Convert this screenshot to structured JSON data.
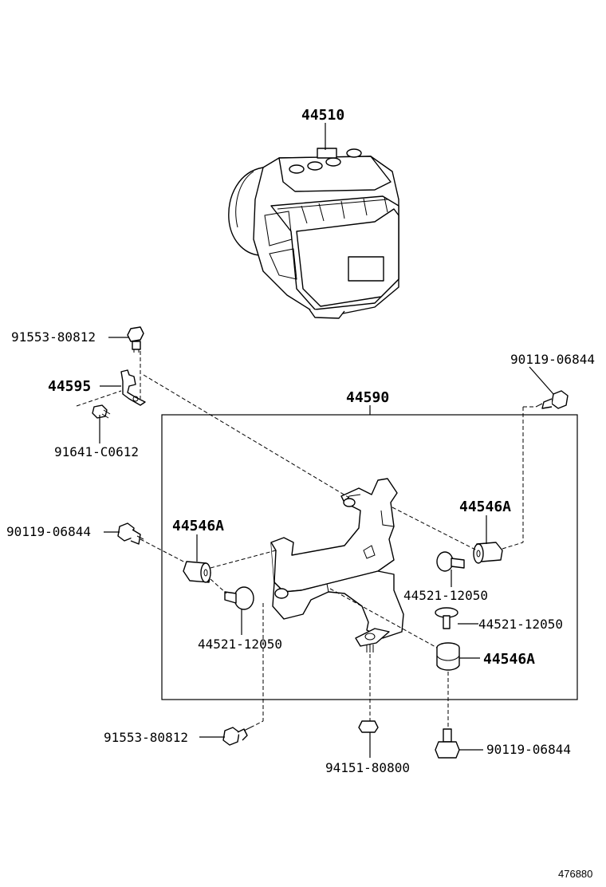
{
  "labels": {
    "actuator": "44510",
    "bolt_top_left": "91553-80812",
    "bracket_small": "44595",
    "bolt_small_bracket": "91641-C0612",
    "bracket_assy": "44590",
    "bolt_top_right": "90119-06844",
    "bolt_left": "90119-06844",
    "cushion_left": "44546A",
    "cushion_right": "44546A",
    "collar_left": "44521-12050",
    "collar_right_upper": "44521-12050",
    "collar_right_lower": "44521-12050",
    "cushion_lower": "44546A",
    "bolt_bottom_left": "91553-80812",
    "nut_bottom": "94151-80800",
    "bolt_bottom_right": "90119-06844"
  },
  "reference_number": "476880"
}
